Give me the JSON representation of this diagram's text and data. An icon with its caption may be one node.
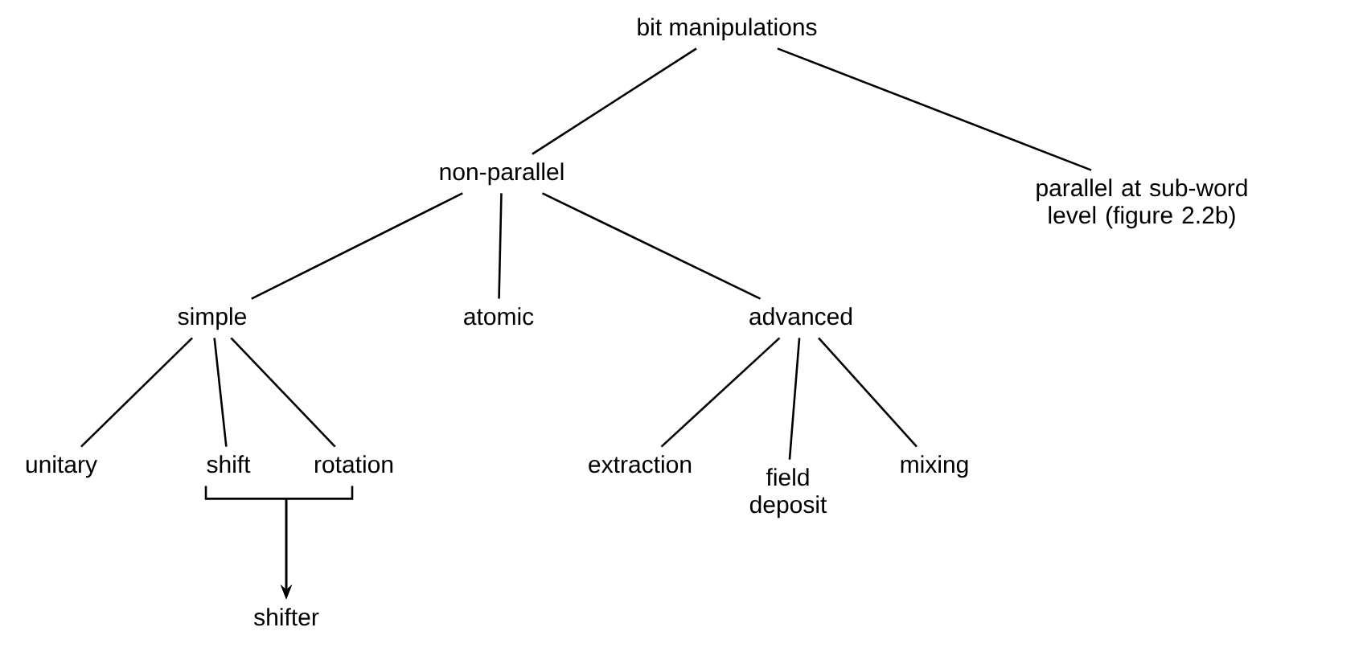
{
  "diagram": {
    "nodes": [
      {
        "text": [
          "bit manipulations"
        ]
      },
      {
        "text": [
          "non-parallel"
        ]
      },
      {
        "text": [
          "parallel at sub-word level (figure 2.2b)"
        ]
      },
      {
        "text": [
          "simple"
        ]
      },
      {
        "text": [
          "atomic"
        ]
      },
      {
        "text": [
          "advanced"
        ]
      },
      {
        "text": [
          "unitary"
        ]
      },
      {
        "text": [
          "shift"
        ]
      },
      {
        "text": [
          "rotation"
        ]
      },
      {
        "text": [
          "extraction"
        ]
      },
      {
        "text": [
          "field deposit"
        ]
      },
      {
        "text": [
          "mixing"
        ]
      },
      {
        "text": [
          "shifter"
        ]
      }
    ],
    "edges": [
      {
        "from": 0,
        "to": 1,
        "arrow": "none"
      },
      {
        "from": 0,
        "to": 2,
        "arrow": "none"
      },
      {
        "from": 1,
        "to": 3,
        "arrow": "none"
      },
      {
        "from": 1,
        "to": 4,
        "arrow": "none"
      },
      {
        "from": 1,
        "to": 5,
        "arrow": "none"
      },
      {
        "from": 3,
        "to": 6,
        "arrow": "none"
      },
      {
        "from": 3,
        "to": 7,
        "arrow": "none"
      },
      {
        "from": 3,
        "to": 8,
        "arrow": "none"
      },
      {
        "from": 5,
        "to": 9,
        "arrow": "none"
      },
      {
        "from": 5,
        "to": 10,
        "arrow": "none"
      },
      {
        "from": 5,
        "to": 11,
        "arrow": "none"
      },
      {
        "from": 7,
        "to": 12,
        "arrow": "to"
      },
      {
        "from": 8,
        "to": 12,
        "arrow": "to"
      }
    ]
  }
}
